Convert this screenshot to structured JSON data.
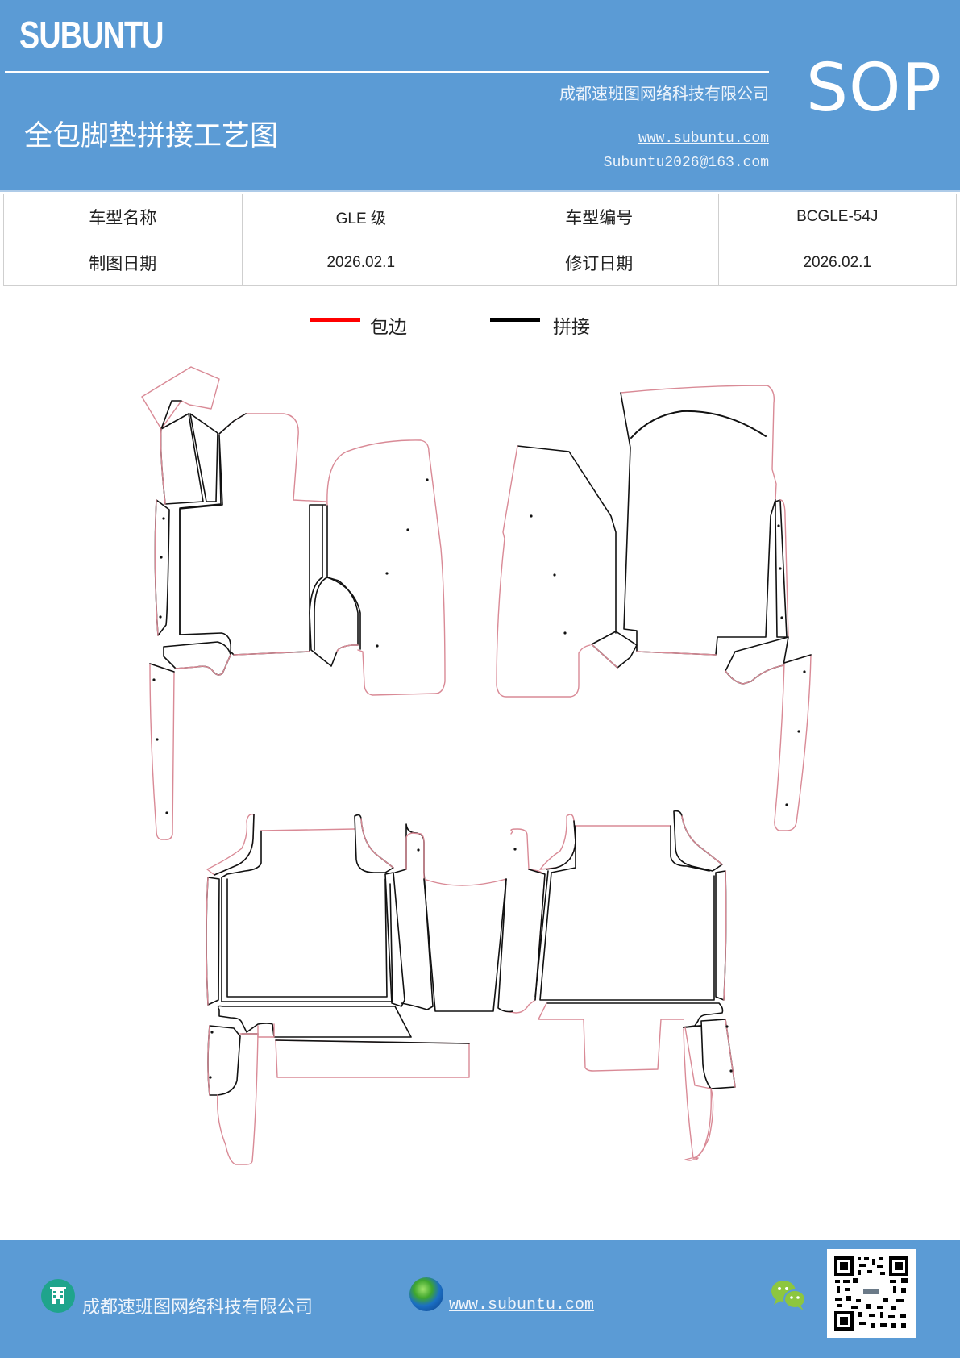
{
  "header": {
    "brand": "SUBUNTU",
    "doc_type": "SOP",
    "title": "全包脚垫拼接工艺图",
    "company": "成都速班图网络科技有限公司",
    "website": "www.subuntu.com",
    "email": "Subuntu2026@163.com",
    "background_color": "#5b9bd5"
  },
  "info_table": {
    "rows": [
      {
        "label1": "车型名称",
        "value1": "GLE 级",
        "label2": "车型编号",
        "value2": "BCGLE-54J"
      },
      {
        "label1": "制图日期",
        "value1": "2026.02.1",
        "label2": "修订日期",
        "value2": "2026.02.1"
      }
    ]
  },
  "legend": {
    "items": [
      {
        "label": "包边",
        "color": "#ff0000",
        "meaning": "edging"
      },
      {
        "label": "拼接",
        "color": "#000000",
        "meaning": "seam"
      }
    ]
  },
  "diagram": {
    "description": "Full-surround car floor mat splicing pattern — front row (driver + passenger) and rear row pieces",
    "edge_color": "#d98a96",
    "seam_color": "#111111",
    "groups": [
      "front-left",
      "front-right",
      "rear-left",
      "rear-center",
      "rear-right"
    ]
  },
  "footer": {
    "company_icon": "building-icon",
    "company": "成都速班图网络科技有限公司",
    "website_icon": "globe-icon",
    "website": "www.subuntu.com",
    "wechat_icon": "wechat-icon",
    "qr_code": "qr-code"
  }
}
